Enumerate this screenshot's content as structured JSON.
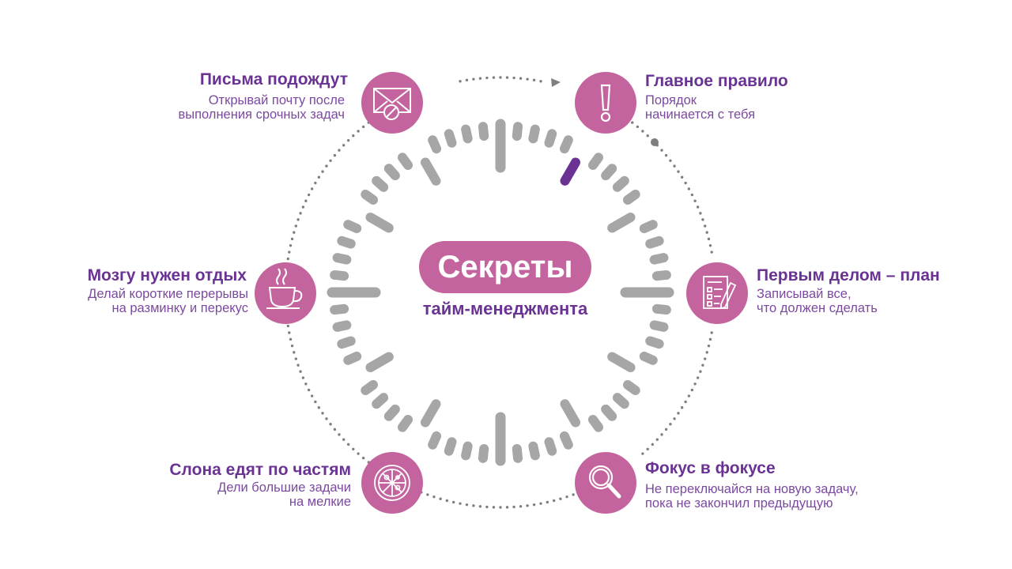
{
  "center": {
    "title": "Секреты",
    "subtitle": "тайм-менеджмента"
  },
  "colors": {
    "circle": "#c4649f",
    "accent": "#6a3393",
    "tick": "#a6a6a6",
    "text": "#7b4aa0",
    "dots": "#7f7f7f"
  },
  "nodes": [
    {
      "icon": "envelope-icon",
      "title": "Письма подождут",
      "desc": "Открывай почту после\nвыполнения срочных задач"
    },
    {
      "icon": "exclamation-icon",
      "title": "Главное правило",
      "desc": "Порядок\nначинается с тебя"
    },
    {
      "icon": "checklist-icon",
      "title": "Первым делом – план",
      "desc": "Записывай все,\nчто должен сделать"
    },
    {
      "icon": "magnifier-icon",
      "title": "Фокус в фокусе",
      "desc": "Не переключайся на новую задачу,\nпока не закончил предыдущую"
    },
    {
      "icon": "pizza-icon",
      "title": "Слона едят по частям",
      "desc": "Дели большие задачи\nна мелкие"
    },
    {
      "icon": "coffee-cup-icon",
      "title": "Мозгу нужен отдых",
      "desc": "Делай короткие перерывы\nна разминку и перекус"
    }
  ]
}
